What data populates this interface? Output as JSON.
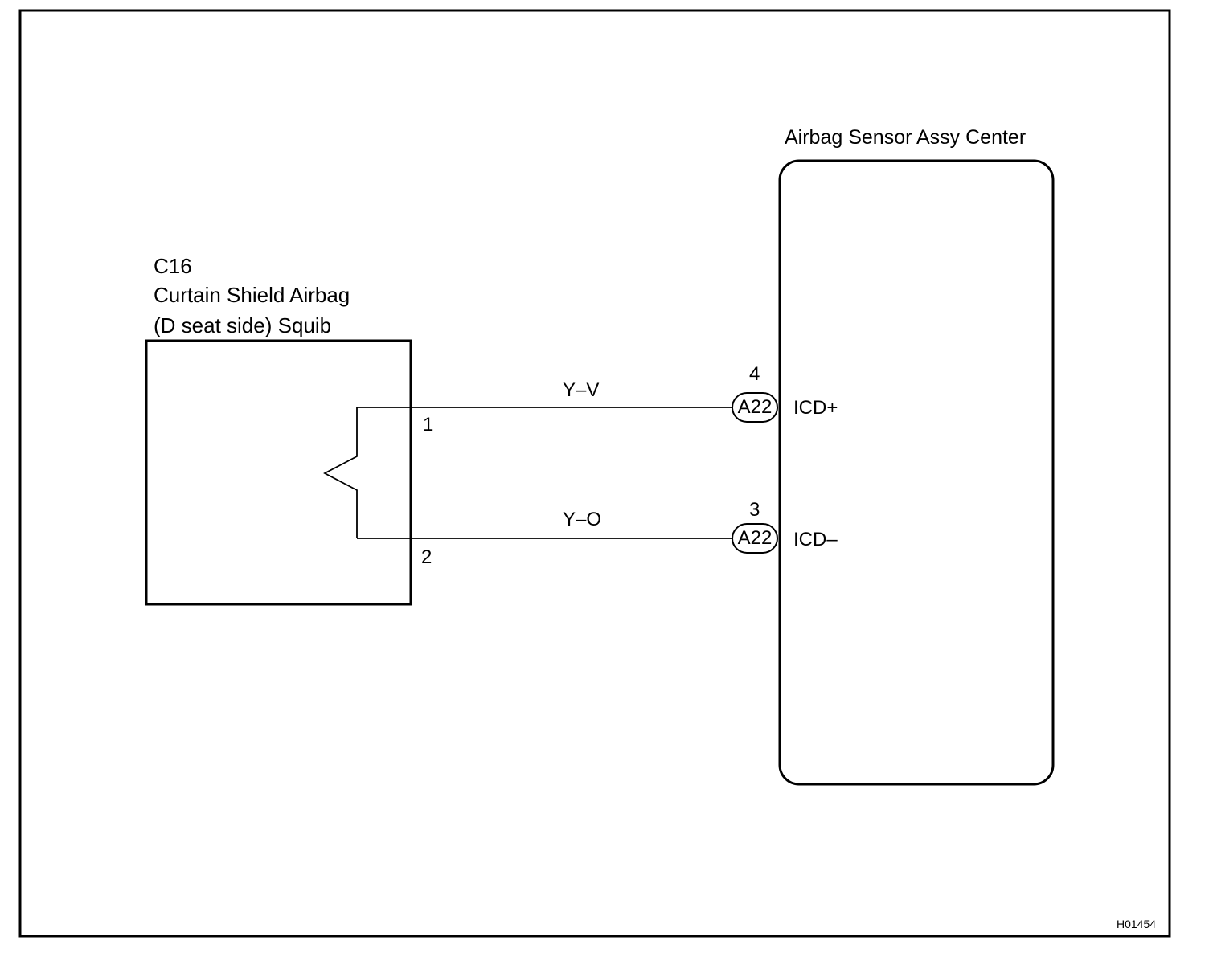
{
  "components": {
    "squib": {
      "code": "C16",
      "name_line1": "Curtain Shield Airbag",
      "name_line2": "(D seat side) Squib",
      "pin1": "1",
      "pin2": "2"
    },
    "sensor": {
      "name": "Airbag Sensor Assy Center"
    }
  },
  "wires": [
    {
      "color_code": "Y–V",
      "connector": "A22",
      "pin": "4",
      "terminal": "ICD+"
    },
    {
      "color_code": "Y–O",
      "connector": "A22",
      "pin": "3",
      "terminal": "ICD–"
    }
  ],
  "figure_id": "H01454"
}
